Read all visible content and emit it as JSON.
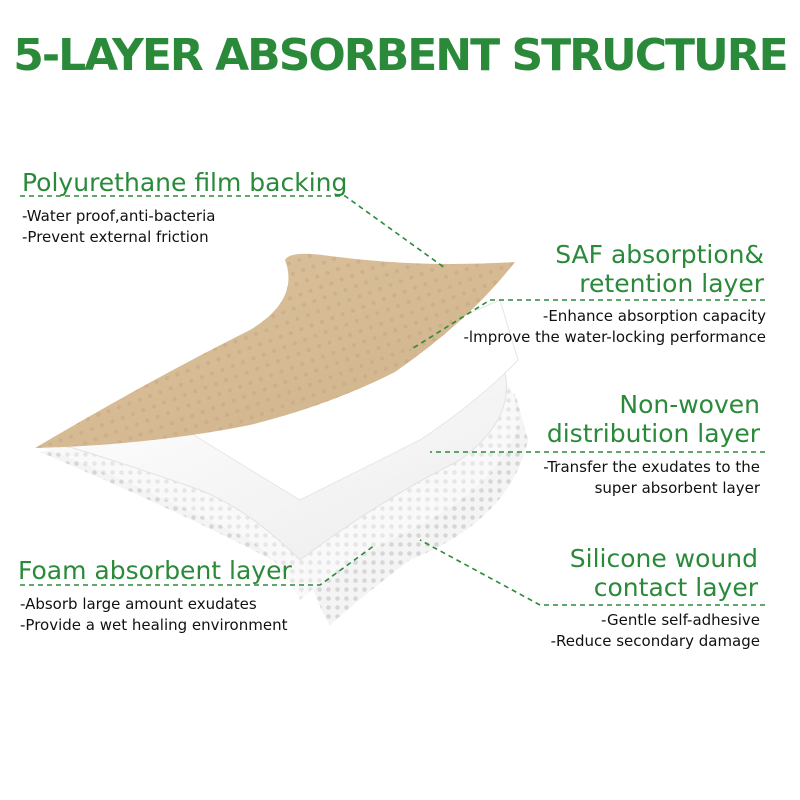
{
  "title": "5-LAYER ABSORBENT STRUCTURE",
  "colors": {
    "accent": "#2a8a3a",
    "backing": "#d9bf99",
    "backing_dots": "#c4a57e",
    "white_layer": "#f7f7f7",
    "mesh_dots": "#dcdcdc"
  },
  "layers": [
    {
      "heading": "Polyurethane film backing",
      "lines": [
        "-Water proof,anti-bacteria",
        "-Prevent external friction"
      ]
    },
    {
      "heading_lines": [
        "SAF absorption&",
        "retention layer"
      ],
      "lines": [
        "-Enhance absorption capacity",
        "-lmprove the water-locking performance"
      ]
    },
    {
      "heading_lines": [
        "Non-woven",
        "distribution layer"
      ],
      "lines": [
        "-Transfer the exudates to the",
        "super absorbent layer"
      ]
    },
    {
      "heading": "Foam absorbent layer",
      "lines": [
        "-Absorb large amount exudates",
        "-Provide a wet healing environment"
      ]
    },
    {
      "heading_lines": [
        "Silicone wound",
        "contact layer"
      ],
      "lines": [
        "-Gentle self-adhesive",
        "-Reduce secondary damage"
      ]
    }
  ]
}
